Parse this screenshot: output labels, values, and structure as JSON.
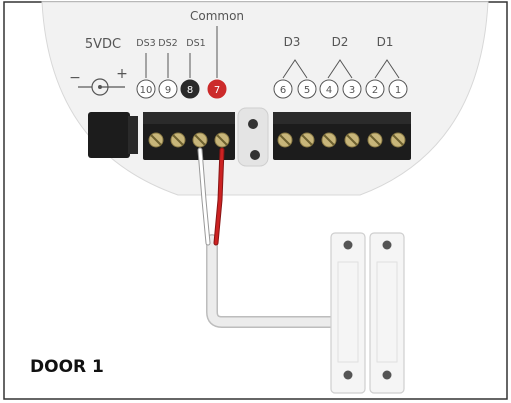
{
  "title": "DOOR 1",
  "labels": {
    "common": "Common",
    "power": "5VDC",
    "power_minus": "−",
    "power_plus": "+",
    "ds3": "DS3",
    "ds2": "DS2",
    "ds1": "DS1",
    "d3": "D3",
    "d2": "D2",
    "d1": "D1"
  },
  "left_terminals": [
    "10",
    "9",
    "8",
    "7"
  ],
  "right_terminals": [
    "6",
    "5",
    "4",
    "3",
    "2",
    "1"
  ],
  "colors": {
    "frame": "#333333",
    "panel": "#f2f2f2",
    "terminal_block": "#1c1c1c",
    "screw": "#c8b67a",
    "wire_red": "#cc2222",
    "wire_white": "#ffffff",
    "wire_jacket": "#e8e8e8",
    "terminal_8": "#2a2a2a",
    "terminal_7": "#cc2b2b",
    "sensor": "#f5f5f5"
  },
  "icons": [
    "dc-power-jack-icon",
    "screw-icon",
    "mounting-hole-icon"
  ]
}
